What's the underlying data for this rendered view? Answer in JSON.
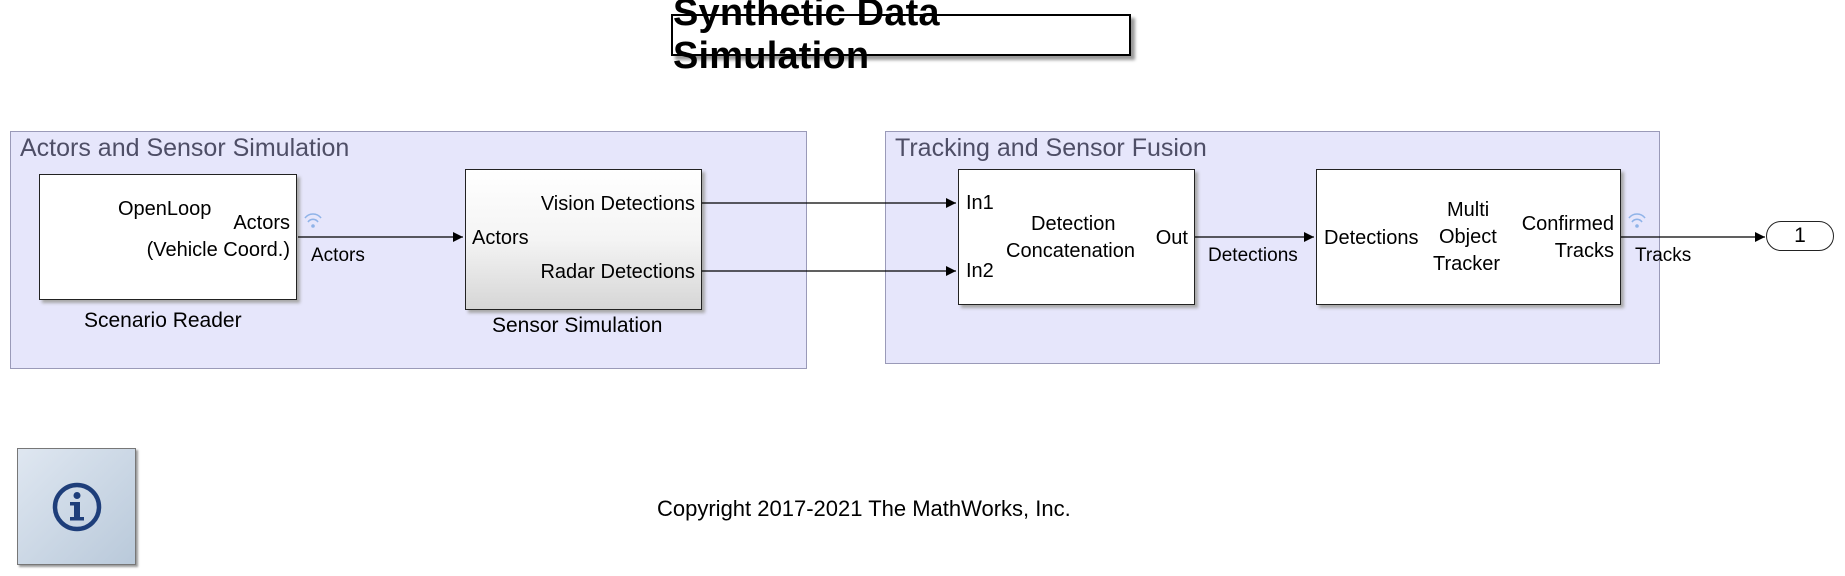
{
  "title": "Synthetic Data Simulation",
  "areas": {
    "actors": {
      "label": "Actors and Sensor Simulation"
    },
    "tracking": {
      "label": "Tracking and Sensor Fusion"
    }
  },
  "blocks": {
    "scenario_reader": {
      "name": "Scenario Reader",
      "left_text": "OpenLoop",
      "port_line1": "Actors",
      "port_line2": "(Vehicle Coord.)"
    },
    "sensor_simulation": {
      "name": "Sensor Simulation",
      "in_port": "Actors",
      "out_port1": "Vision Detections",
      "out_port2": "Radar Detections"
    },
    "detection_concatenation": {
      "in1": "In1",
      "in2": "In2",
      "line1": "Detection",
      "line2": "Concatenation",
      "out": "Out"
    },
    "multi_object_tracker": {
      "in_port": "Detections",
      "line1": "Multi",
      "line2": "Object",
      "line3": "Tracker",
      "out_line1": "Confirmed",
      "out_line2": "Tracks"
    },
    "outport": {
      "number": "1"
    }
  },
  "signals": {
    "actors": "Actors",
    "detections": "Detections",
    "tracks": "Tracks"
  },
  "copyright": "Copyright 2017-2021 The MathWorks, Inc.",
  "info_icon": "info-icon",
  "colors": {
    "area_fill": "#e6e6fb",
    "area_label": "#4e4e66",
    "logging_icon": "#8fb3e8"
  }
}
